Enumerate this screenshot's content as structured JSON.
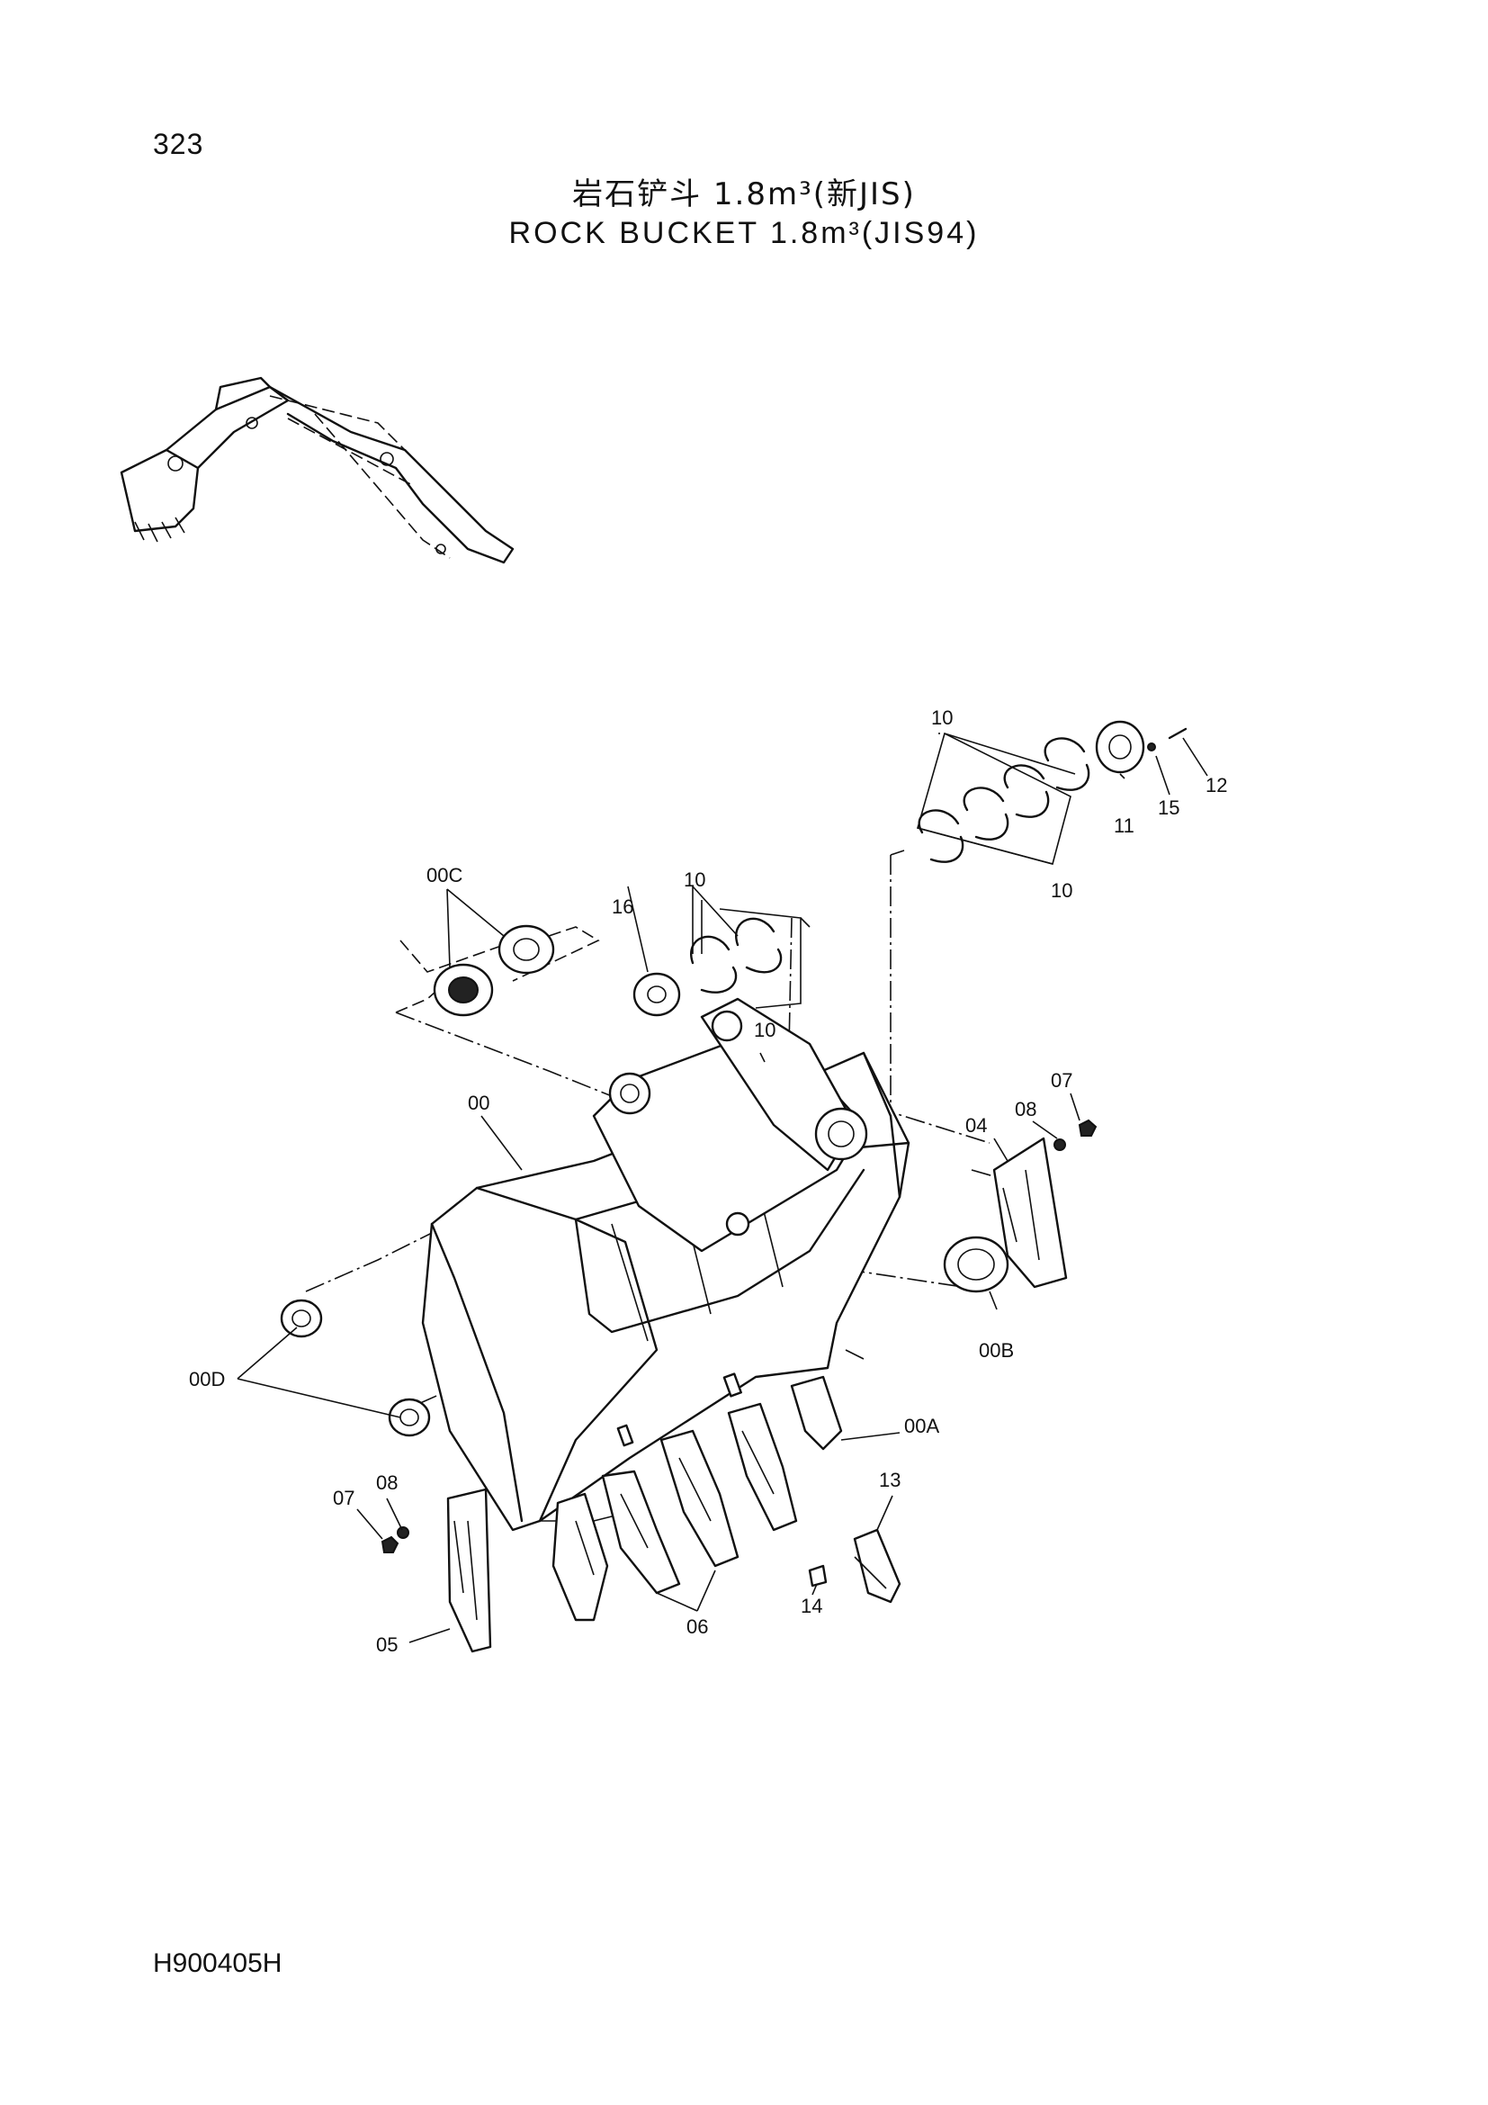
{
  "page_number": "323",
  "title_cn": "岩石铲斗 1.8m³(新JIS)",
  "title_en": "ROCK BUCKET 1.8m³(JIS94)",
  "drawing_code": "H900405H",
  "callouts": {
    "c00": "00",
    "c00A": "00A",
    "c00B": "00B",
    "c00C": "00C",
    "c00D": "00D",
    "c04": "04",
    "c05": "05",
    "c06": "06",
    "c07": "07",
    "c08": "08",
    "c10": "10",
    "c11": "11",
    "c12": "12",
    "c13": "13",
    "c14": "14",
    "c15": "15",
    "c16": "16"
  }
}
